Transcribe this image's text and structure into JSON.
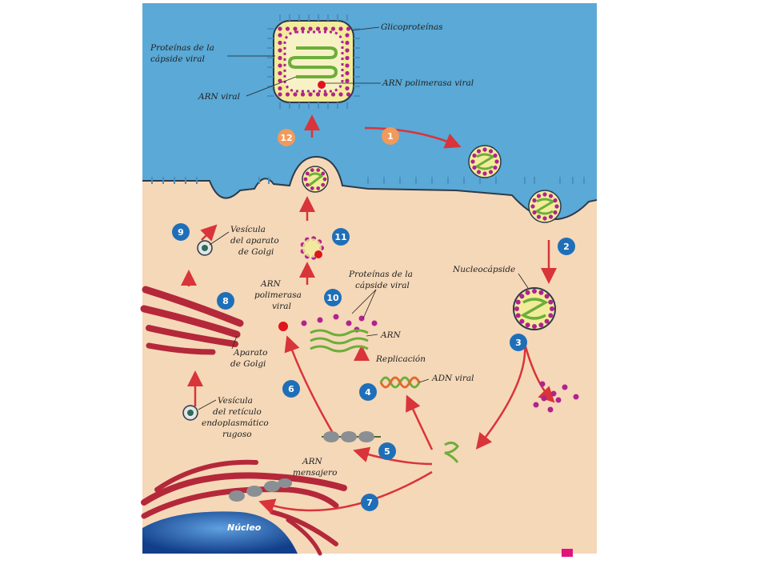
{
  "labels": {
    "glicoproteinas": "Glicoproteínas",
    "proteinas_capside_top_1": "Proteínas de la",
    "proteinas_capside_top_2": "cápside viral",
    "arn_viral": "ARN viral",
    "arn_polimerasa_top": "ARN polimerasa viral",
    "vesicula_golgi_1": "Vesícula",
    "vesicula_golgi_2": "del aparato",
    "vesicula_golgi_3": "de Golgi",
    "nucleocapside": "Nucleocápside",
    "arn_polimerasa_1": "ARN",
    "arn_polimerasa_2": "polimerasa",
    "arn_polimerasa_3": "viral",
    "proteinas_capside_mid_1": "Proteínas de la",
    "proteinas_capside_mid_2": "cápside viral",
    "arn": "ARN",
    "replicacion": "Replicación",
    "adn_viral": "ADN viral",
    "aparato_golgi_1": "Aparato",
    "aparato_golgi_2": "de Golgi",
    "vesicula_reticulo_1": "Vesícula",
    "vesicula_reticulo_2": "del retículo",
    "vesicula_reticulo_3": "endoplasmático",
    "vesicula_reticulo_4": "rugoso",
    "arn_mensajero_1": "ARN",
    "arn_mensajero_2": "mensajero",
    "nucleo": "Núcleo"
  },
  "steps": {
    "s1": "1",
    "s2": "2",
    "s3": "3",
    "s4": "4",
    "s5": "5",
    "s6": "6",
    "s7": "7",
    "s8": "8",
    "s9": "9",
    "s10": "10",
    "s11": "11",
    "s12": "12"
  },
  "colors": {
    "extracellular": "#5aa9d6",
    "cytoplasm": "#f5d8b8",
    "membrane": "#2f3a4a",
    "capsid_protein": "#b0238e",
    "rna_green": "#6cae3a",
    "polymerase_red": "#e0141c",
    "arrow_red": "#d9343a",
    "step_blue": "#1f6fb8",
    "step_orange": "#f29a5c",
    "golgi_red": "#b4283a",
    "nucleus_blue": "#1a4d99",
    "glycoprotein_blue": "#4a8fc4"
  }
}
